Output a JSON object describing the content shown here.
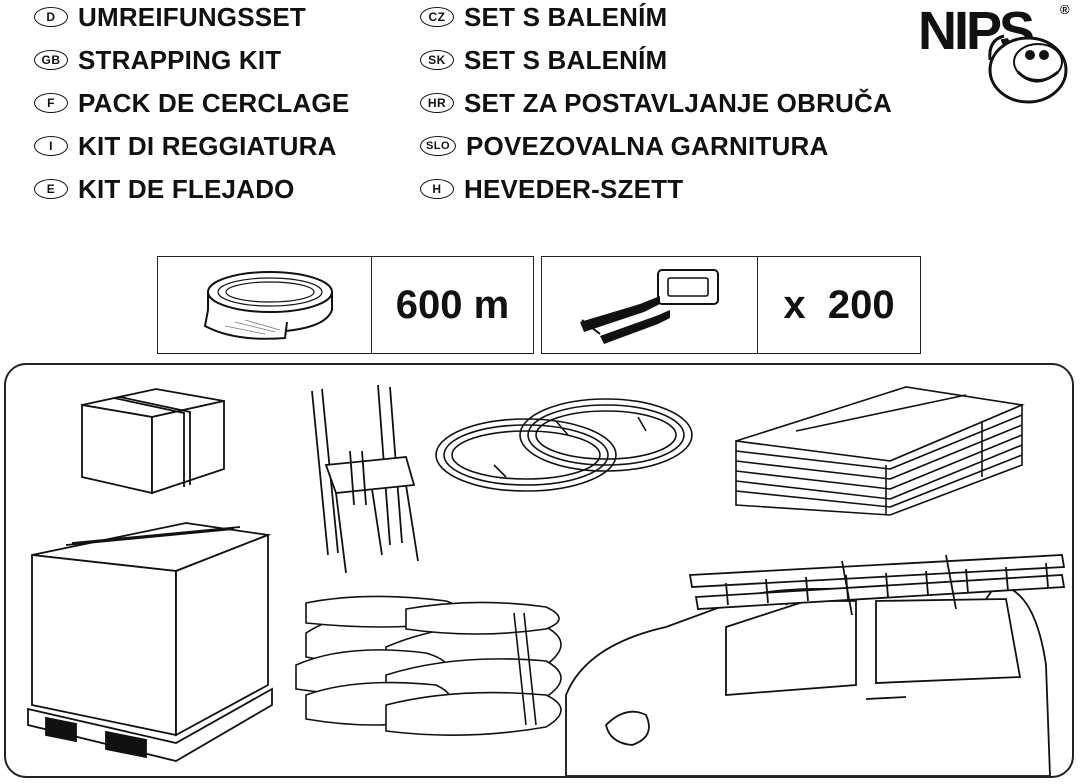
{
  "languages_left": [
    {
      "code": "D",
      "title": "UMREIFUNGSSET"
    },
    {
      "code": "GB",
      "title": "STRAPPING KIT"
    },
    {
      "code": "F",
      "title": "PACK DE CERCLAGE"
    },
    {
      "code": "I",
      "title": "KIT DI REGGIATURA"
    },
    {
      "code": "E",
      "title": "KIT DE FLEJADO"
    }
  ],
  "languages_right": [
    {
      "code": "CZ",
      "title": "SET S BALENÍM"
    },
    {
      "code": "SK",
      "title": "SET S BALENÍM"
    },
    {
      "code": "HR",
      "title": "SET ZA POSTAVLJANJE OBRUČA"
    },
    {
      "code": "SLO",
      "title": "POVEZOVALNA GARNITURA"
    },
    {
      "code": "H",
      "title": "HEVEDER-SZETT"
    }
  ],
  "logo": {
    "text": "NIPS",
    "mark": "®"
  },
  "contents": {
    "strap_quantity": "600 m",
    "buckle_quantity": "x  200"
  },
  "icons": {
    "strap": "strap-roll-icon",
    "buckle": "buckle-icon"
  },
  "colors": {
    "ink": "#111111",
    "paper": "#ffffff"
  }
}
